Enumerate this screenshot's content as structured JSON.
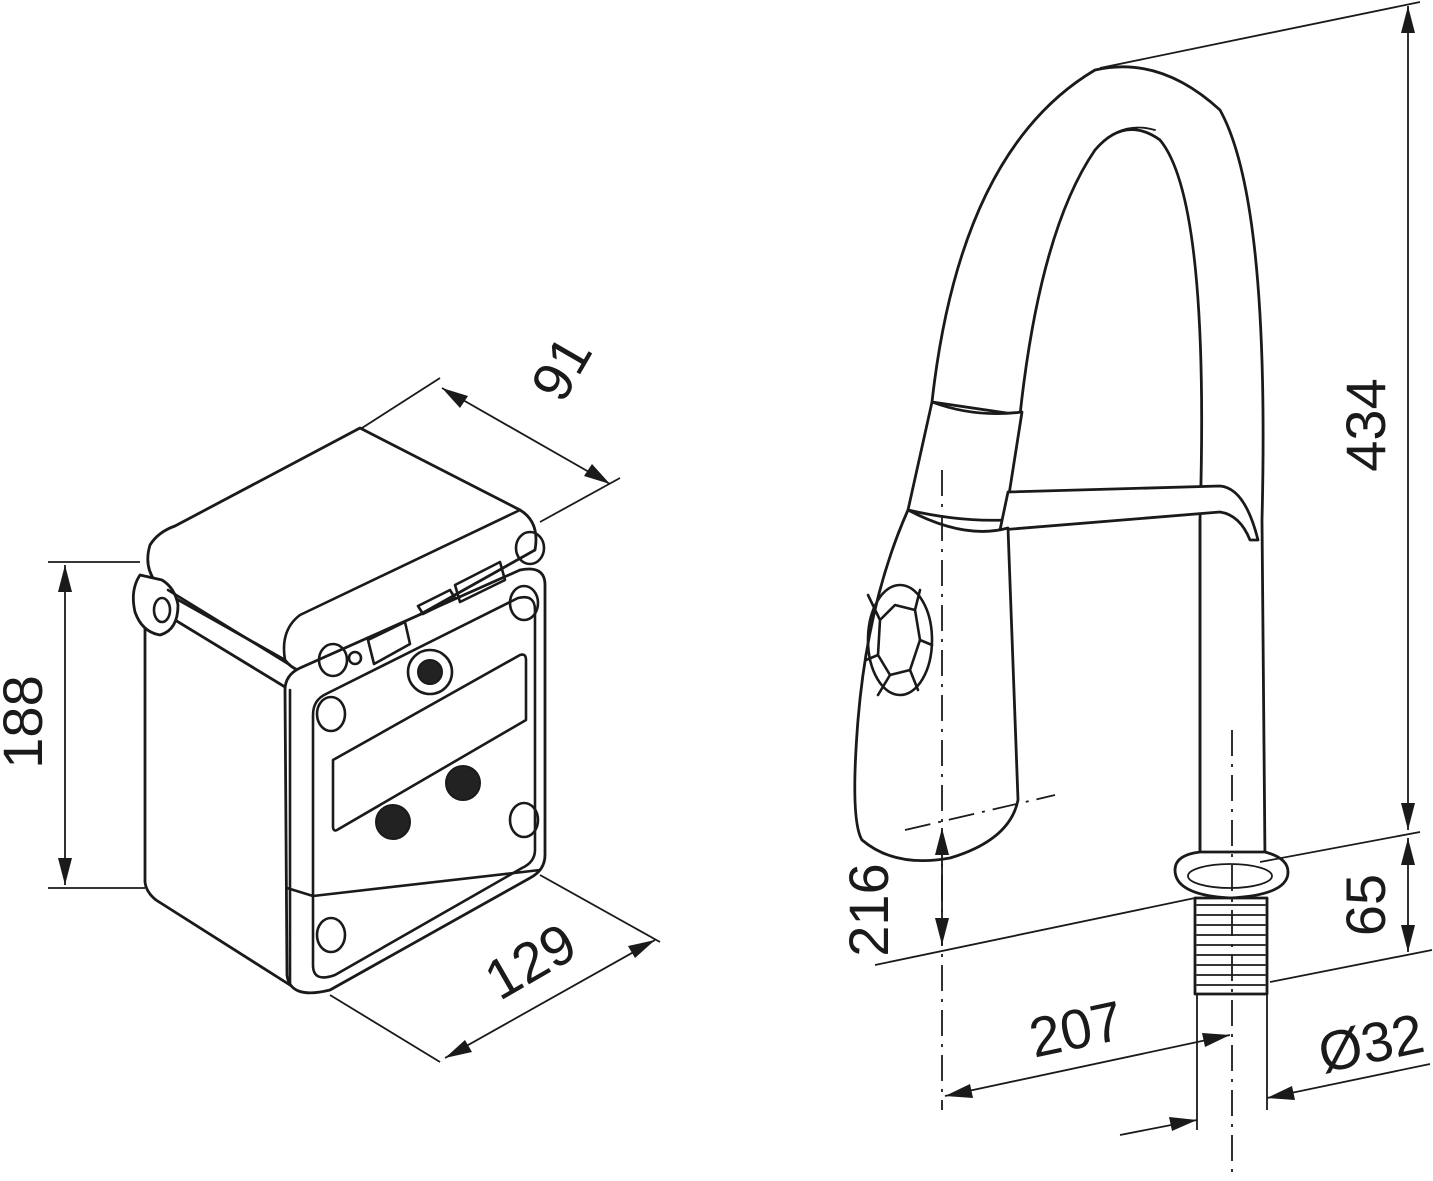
{
  "drawing": {
    "background": "#ffffff",
    "line_color": "#1a1a1a"
  },
  "dimensions": {
    "box_depth": "91",
    "box_height": "188",
    "box_width": "129",
    "faucet_height": "434",
    "base_height": "65",
    "spout_clearance": "216",
    "reach": "207",
    "shank_diameter": "Ø32"
  }
}
